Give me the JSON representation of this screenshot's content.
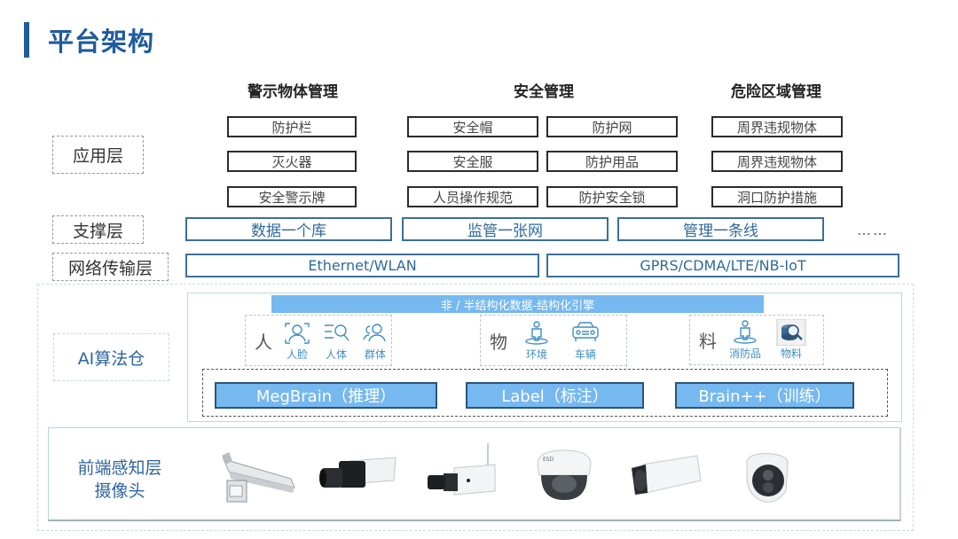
{
  "title": "平台架构",
  "categories": [
    {
      "name": "警示物体管理"
    },
    {
      "name": "安全管理"
    },
    {
      "name": "危险区域管理"
    }
  ],
  "app_layer": {
    "label": "应用层",
    "items": {
      "warning": [
        "防护栏",
        "灭火器",
        "安全警示牌"
      ],
      "safety_left": [
        "安全帽",
        "安全服",
        "人员操作规范"
      ],
      "safety_right": [
        "防护网",
        "防护用品",
        "防护安全锁"
      ],
      "danger": [
        "周界违规物体",
        "周界违规物体",
        "洞口防护措施"
      ]
    }
  },
  "support_layer": {
    "label": "支撑层",
    "items": [
      "数据一个库",
      "监管一张网",
      "管理一条线"
    ],
    "more": "……"
  },
  "network_layer": {
    "label": "网络传输层",
    "items": [
      "Ethernet/WLAN",
      "GPRS/CDMA/LTE/NB-IoT"
    ]
  },
  "ai_layer": {
    "label": "AI算法仓",
    "engine": "非 / 半结构化数据-结构化引擎",
    "groups": [
      {
        "char": "人",
        "icons": [
          {
            "icon": "face-recognition-icon",
            "label": "人脸"
          },
          {
            "icon": "body-search-icon",
            "label": "人体"
          },
          {
            "icon": "group-people-icon",
            "label": "群体"
          }
        ]
      },
      {
        "char": "物",
        "icons": [
          {
            "icon": "person-location-icon",
            "label": "环境"
          },
          {
            "icon": "car-icon",
            "label": "车辆"
          }
        ]
      },
      {
        "char": "料",
        "icons": [
          {
            "icon": "person-location-icon",
            "label": "消防品"
          },
          {
            "icon": "database-search-icon",
            "label": "物料"
          }
        ]
      }
    ],
    "models": [
      "MegBrain（推理）",
      "Label（标注）",
      "Brain++（训练）"
    ]
  },
  "front_layer": {
    "label_line1": "前端感知层",
    "label_line2": "摄像头",
    "cameras": [
      "explosion-proof-camera",
      "box-camera",
      "wifi-box-camera",
      "dome-camera",
      "bullet-camera",
      "turret-camera"
    ]
  },
  "colors": {
    "title": "#1f5b9c",
    "blue_text": "#2e6a9c",
    "model_fill": "#76b8f0",
    "model_border": "#2c5379",
    "icon_blue": "#3f8fc4"
  }
}
